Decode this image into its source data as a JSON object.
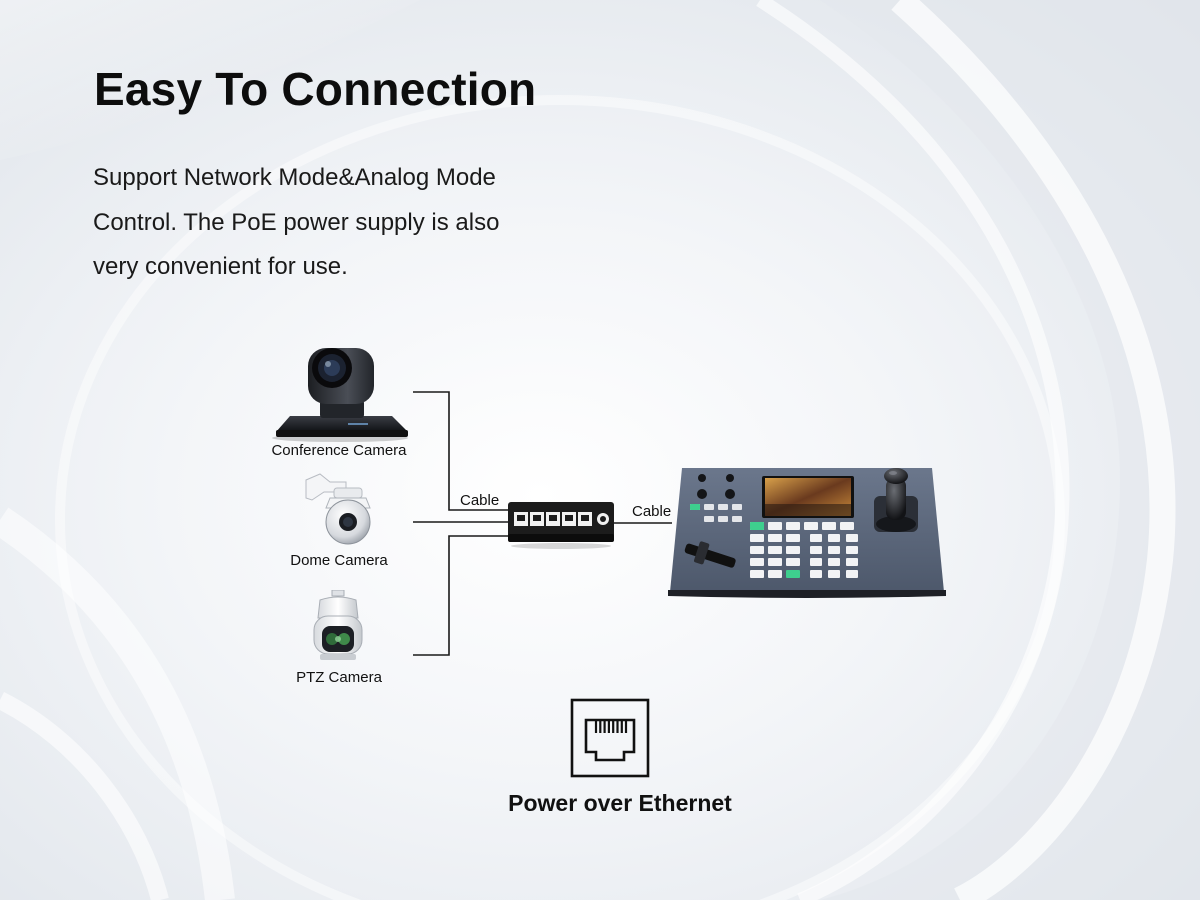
{
  "header": {
    "title": "Easy To Connection",
    "description_lines": [
      "Support  Network Mode&Analog Mode",
      "Control. The PoE power supply is also",
      "very convenient for use."
    ]
  },
  "cameras": [
    {
      "label": "Conference Camera",
      "icon": "conference-camera-icon"
    },
    {
      "label": "Dome Camera",
      "icon": "dome-camera-icon"
    },
    {
      "label": "PTZ Camera",
      "icon": "ptz-camera-icon"
    }
  ],
  "links": {
    "camera_to_switch": "Cable",
    "switch_to_controller": "Cable"
  },
  "switch": {
    "icon": "network-switch-icon"
  },
  "controller": {
    "icon": "ptz-keyboard-controller-icon"
  },
  "poe": {
    "icon": "ethernet-port-icon",
    "label": "Power over Ethernet"
  },
  "colors": {
    "line": "#1a1a1a",
    "controller_body": "#5f6b80",
    "accent_green": "#3ecf8e"
  }
}
